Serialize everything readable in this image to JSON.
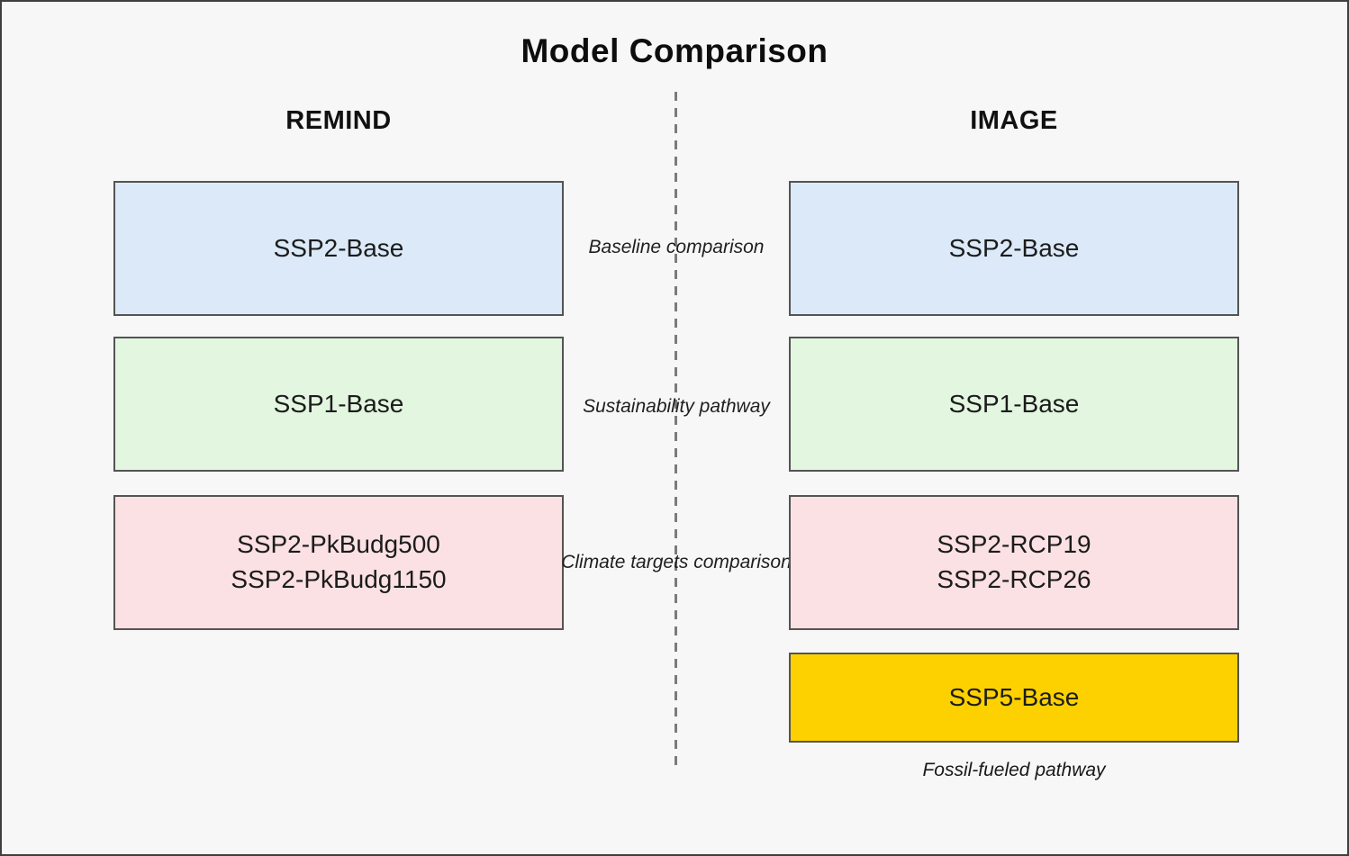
{
  "title": "Model Comparison",
  "left_column": {
    "header": "REMIND"
  },
  "right_column": {
    "header": "IMAGE"
  },
  "rows": [
    {
      "relation_label": "Baseline comparison",
      "left_box": {
        "line1": "SSP2-Base",
        "color": "#dbe9f8"
      },
      "right_box": {
        "line1": "SSP2-Base",
        "color": "#dbe9f8"
      }
    },
    {
      "relation_label": "Sustainability pathway",
      "left_box": {
        "line1": "SSP1-Base",
        "color": "#e2f6e0"
      },
      "right_box": {
        "line1": "SSP1-Base",
        "color": "#e2f6e0"
      }
    },
    {
      "relation_label": "Climate targets comparison",
      "left_box": {
        "line1": "SSP2-PkBudg500",
        "line2": "SSP2-PkBudg1150",
        "color": "#fbe1e3"
      },
      "right_box": {
        "line1": "SSP2-RCP19",
        "line2": "SSP2-RCP26",
        "color": "#fbe1e3"
      }
    }
  ],
  "image_only": {
    "box": {
      "line1": "SSP5-Base",
      "color": "#fdd100"
    },
    "caption": "Fossil-fueled pathway"
  },
  "divider_color": "#7b7b7b",
  "box_border_color": "#545454",
  "background_color": "#f7f7f7"
}
